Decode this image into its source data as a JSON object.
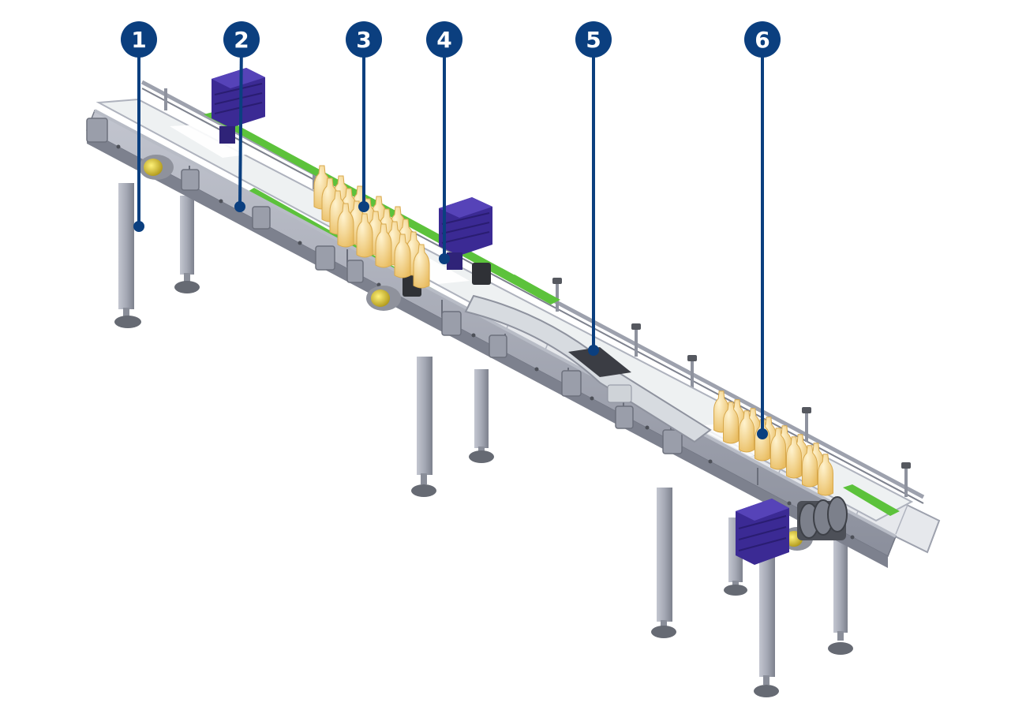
{
  "colors": {
    "callout": "#0b3f7f",
    "frame": "#9fa3b0",
    "frame_dark": "#6f7382",
    "belt": "#e3e8ea",
    "guide_rail": "#5cc23b",
    "motor": "#3b2a94",
    "bottle": "#f4d38a",
    "leg": "#a8acb8",
    "foot": "#5e626c"
  },
  "callouts": [
    {
      "number": "1"
    },
    {
      "number": "2"
    },
    {
      "number": "3"
    },
    {
      "number": "4"
    },
    {
      "number": "5"
    },
    {
      "number": "6"
    }
  ]
}
